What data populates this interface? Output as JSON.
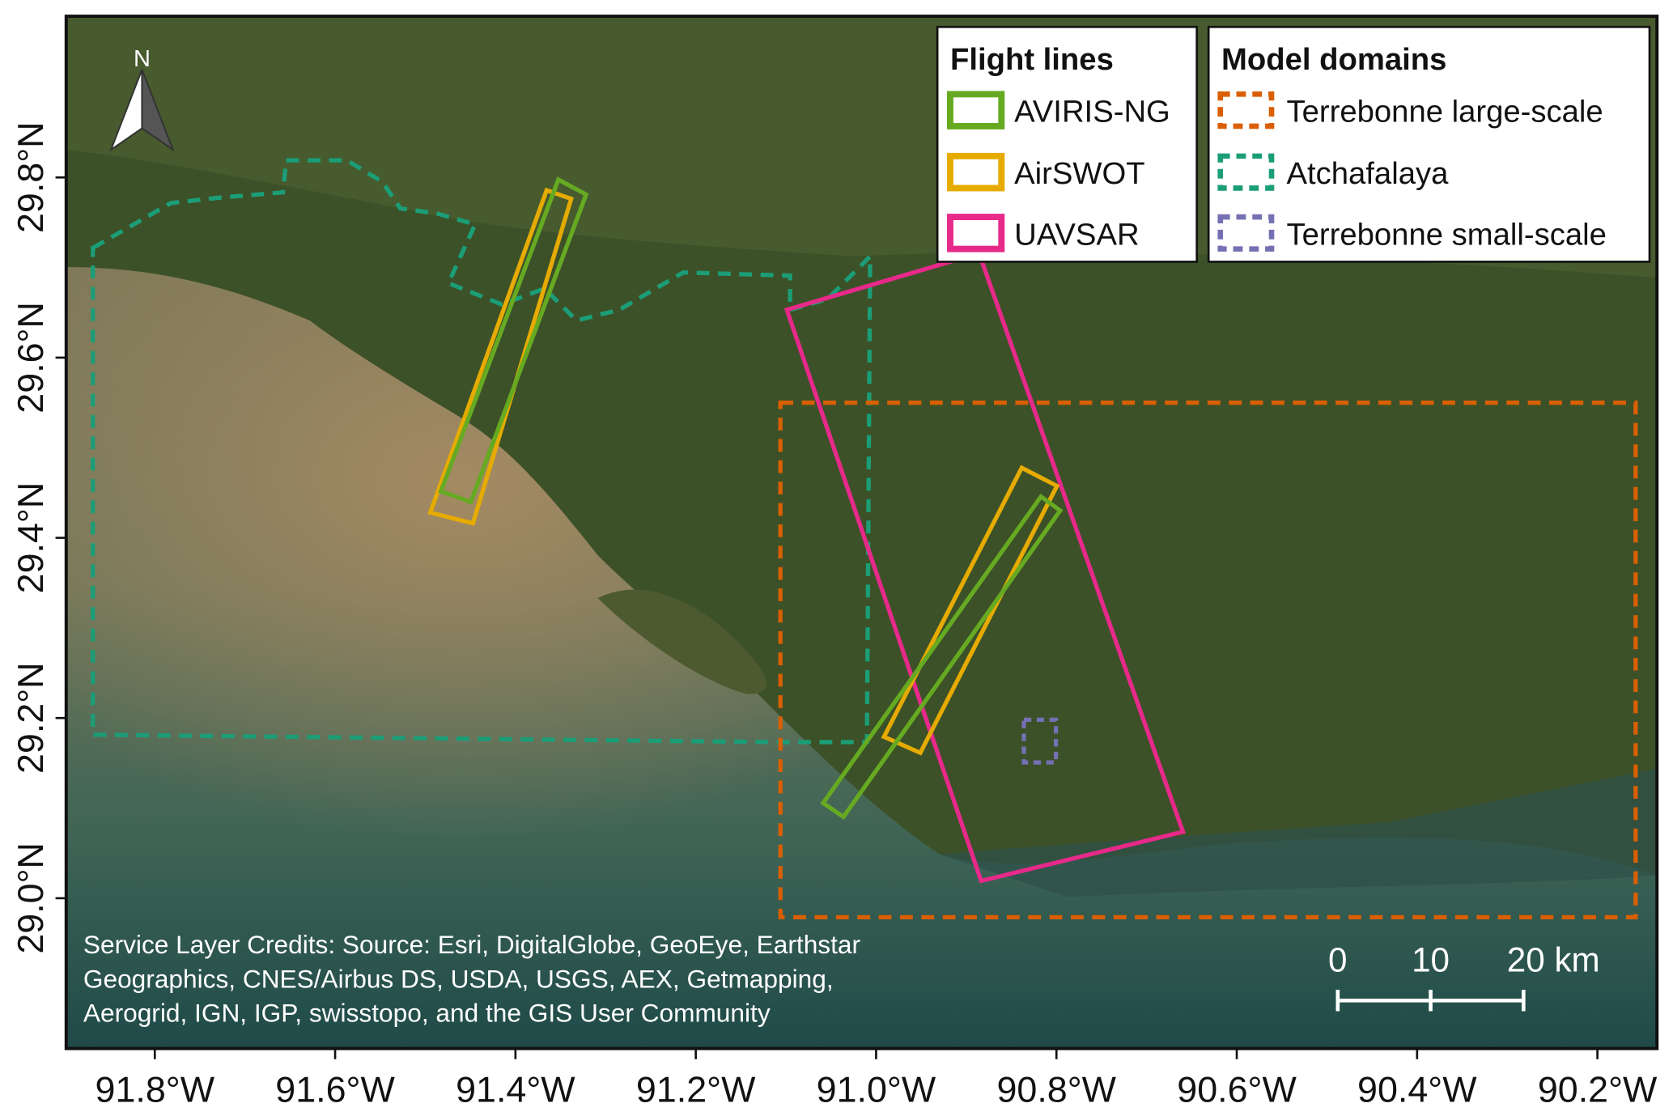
{
  "north_arrow_label": "N",
  "axes": {
    "x_ticks": [
      "91.8°W",
      "91.6°W",
      "91.4°W",
      "91.2°W",
      "91.0°W",
      "90.8°W",
      "90.6°W",
      "90.4°W",
      "90.2°W"
    ],
    "y_ticks": [
      "29.8°N",
      "29.6°N",
      "29.4°N",
      "29.2°N",
      "29.0°N"
    ]
  },
  "legend_flight": {
    "title": "Flight lines",
    "items": [
      {
        "label": "AVIRIS-NG",
        "color": "#66aa22"
      },
      {
        "label": "AirSWOT",
        "color": "#e6ab02"
      },
      {
        "label": "UAVSAR",
        "color": "#e7298a"
      }
    ]
  },
  "legend_domains": {
    "title": "Model domains",
    "items": [
      {
        "label": "Terrebonne large-scale",
        "color": "#d95f02"
      },
      {
        "label": "Atchafalaya",
        "color": "#1b9e77"
      },
      {
        "label": "Terrebonne small-scale",
        "color": "#7570b3"
      }
    ]
  },
  "credits": [
    "Service Layer Credits: Source: Esri, DigitalGlobe, GeoEye, Earthstar",
    "Geographics, CNES/Airbus DS, USDA, USGS, AEX, Getmapping,",
    "Aerogrid, IGN, IGP, swisstopo, and the GIS User Community"
  ],
  "scale_bar": {
    "labels": [
      "0",
      "10",
      "20 km"
    ]
  }
}
